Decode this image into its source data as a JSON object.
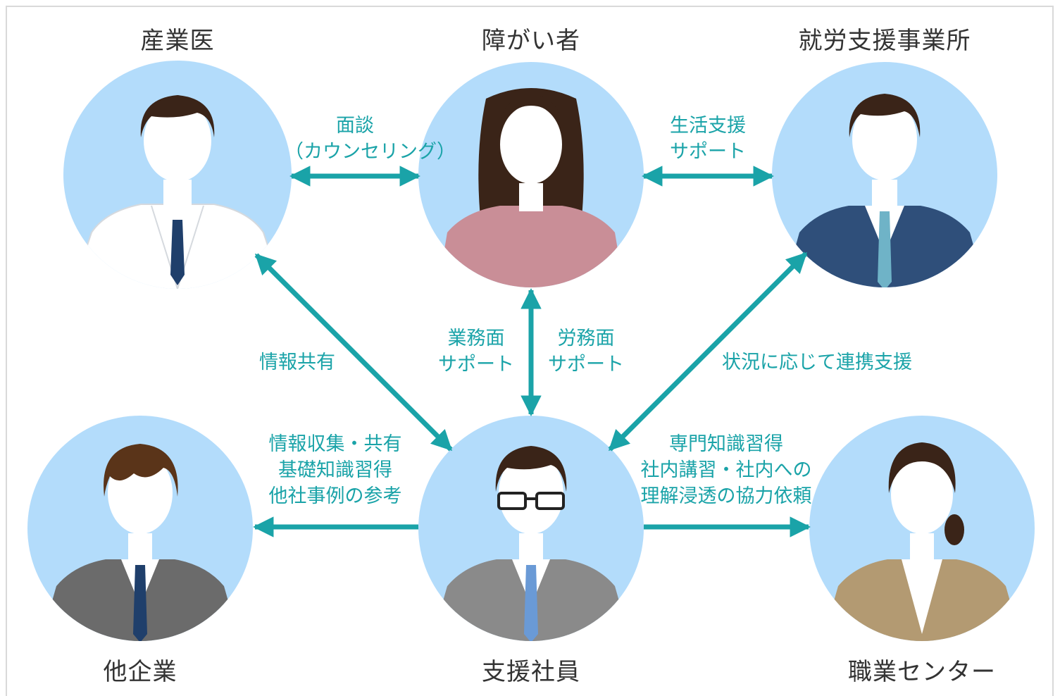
{
  "nodes": {
    "industrial_doctor": "産業医",
    "disabled_person": "障がい者",
    "employment_support_office": "就労支援事業所",
    "other_company": "他企業",
    "support_staff": "支援社員",
    "job_center": "職業センター"
  },
  "edges": {
    "interview": [
      "面談",
      "（カウンセリング）"
    ],
    "life_support": [
      "生活支援",
      "サポート"
    ],
    "info_share": "情報共有",
    "work_support": [
      "業務面",
      "サポート"
    ],
    "labor_support": [
      "労務面",
      "サポート"
    ],
    "coordination": "状況に応じて連携支援",
    "info_gather": [
      "情報収集・共有",
      "基礎知識習得",
      "他社事例の参考"
    ],
    "expert": [
      "専門知識習得",
      "社内講習・社内への",
      "理解浸透の協力依頼"
    ]
  },
  "colors": {
    "arrow": "#1aa3a8",
    "circle": "#b3dcfb",
    "text": "#333333"
  }
}
